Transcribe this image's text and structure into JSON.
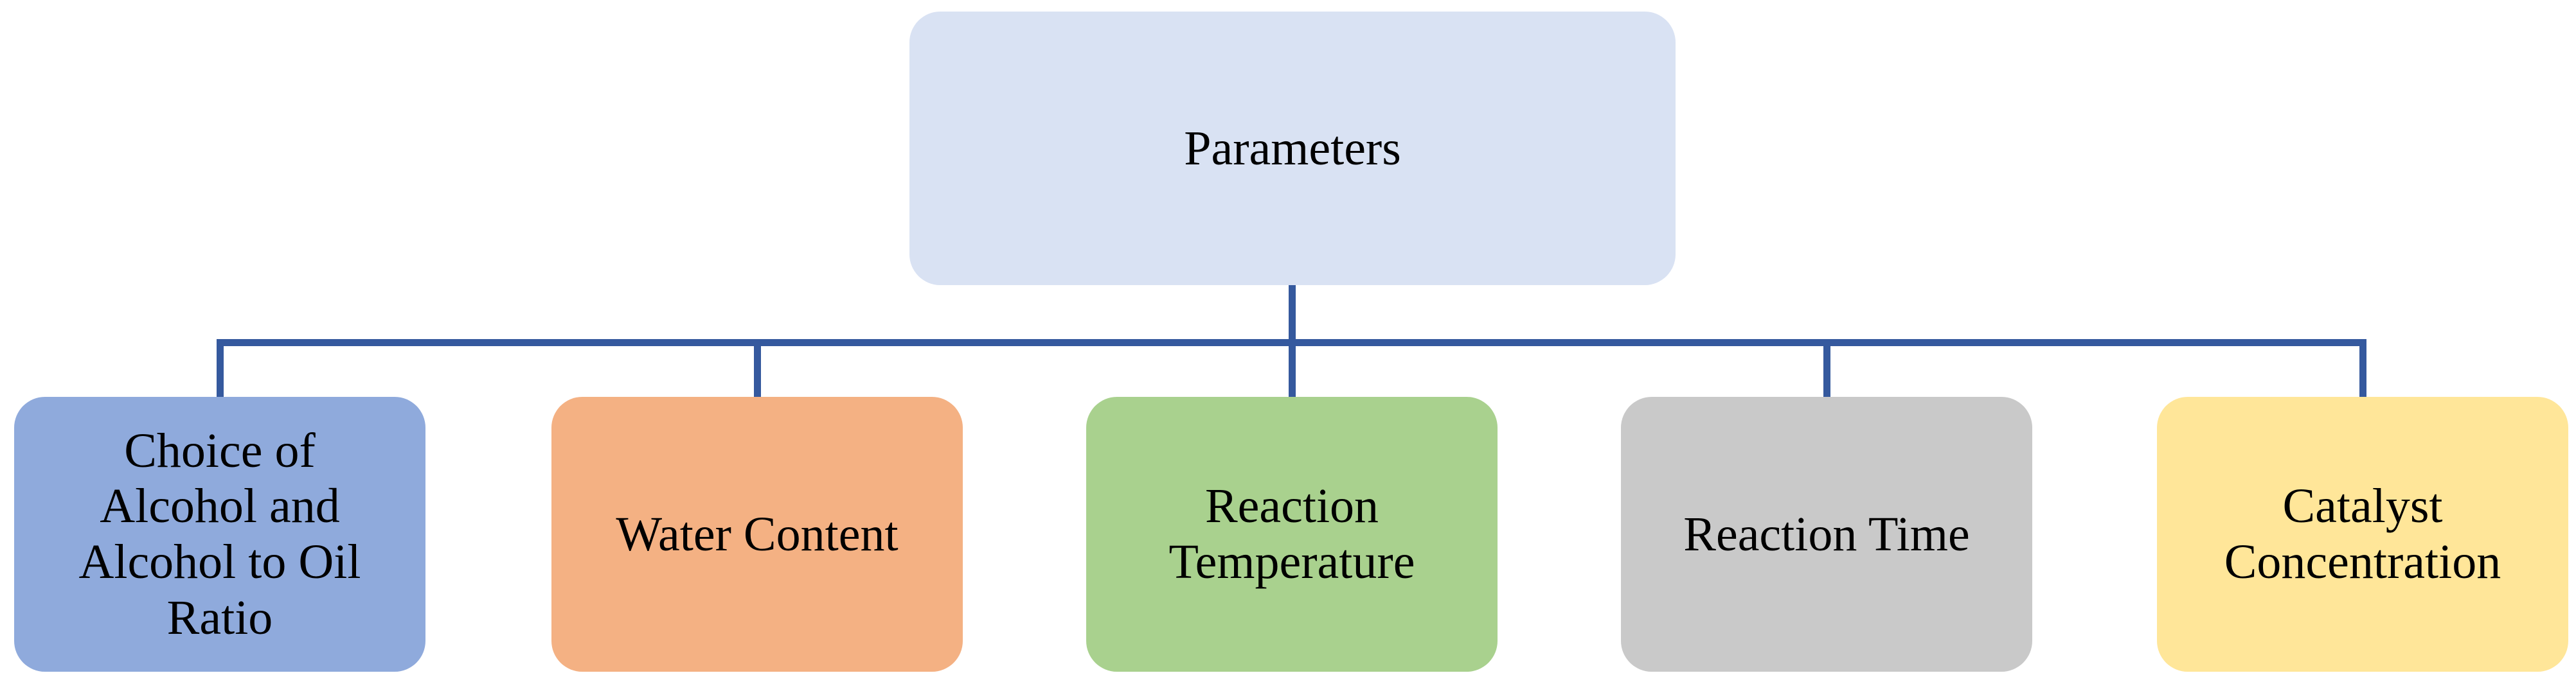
{
  "diagram": {
    "type": "hierarchy",
    "connector_color": "#35599E",
    "text_color": "#000000",
    "background_color": "#FFFFFF",
    "root": {
      "label": "Parameters",
      "color": "#D9E2F3"
    },
    "children": [
      {
        "label": "Choice of\nAlcohol and\nAlcohol to Oil\nRatio",
        "color": "#8FAADC"
      },
      {
        "label": "Water Content",
        "color": "#F4B183"
      },
      {
        "label": "Reaction\nTemperature",
        "color": "#A9D18E"
      },
      {
        "label": "Reaction Time",
        "color": "#C9C9C9"
      },
      {
        "label": "Catalyst\nConcentration",
        "color": "#FFE699"
      }
    ]
  }
}
